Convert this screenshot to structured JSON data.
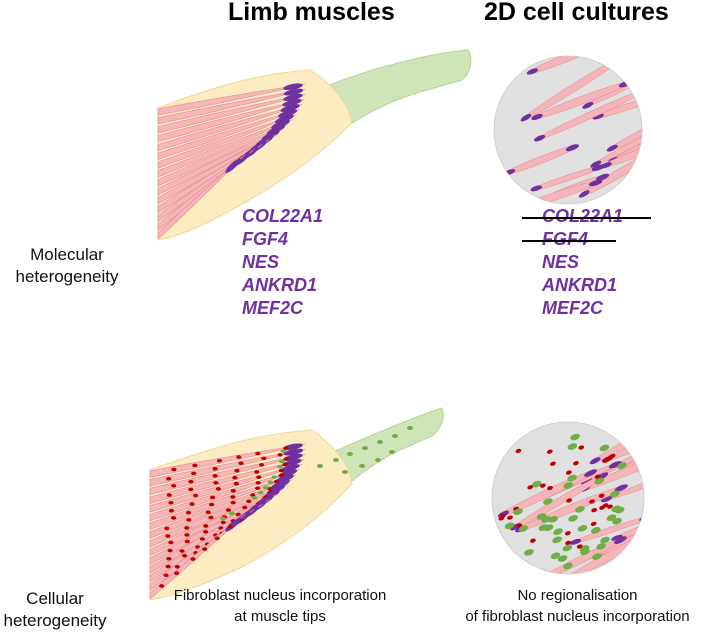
{
  "columns": {
    "left_title": "Limb muscles",
    "right_title": "2D cell cultures"
  },
  "rows": {
    "molecular_label": "Molecular heterogeneity",
    "cellular_label": "Cellular heterogeneity"
  },
  "genes_limb": [
    "COL22A1",
    "FGF4",
    "NES",
    "ANKRD1",
    "MEF2C"
  ],
  "genes_culture": [
    {
      "name": "COL22A1",
      "struck": true
    },
    {
      "name": "FGF4",
      "struck": true
    },
    {
      "name": "NES",
      "struck": false
    },
    {
      "name": "ANKRD1",
      "struck": false
    },
    {
      "name": "MEF2C",
      "struck": false
    }
  ],
  "captions": {
    "limb": [
      "Fibroblast nucleus incorporation",
      "at muscle tips"
    ],
    "culture": [
      "No regionalisation",
      "of fibroblast nucleus incorporation"
    ]
  },
  "colors": {
    "muscle_fiber": "#f4b6b8",
    "fiber_stroke": "#e88a8e",
    "connective": "#fbecc2",
    "tendon": "#cfe5b8",
    "gene_purple": "#7030a0",
    "myonucleus_red": "#c00000",
    "fibroblast_green": "#70ad47",
    "dish": "#e0e0e0"
  }
}
